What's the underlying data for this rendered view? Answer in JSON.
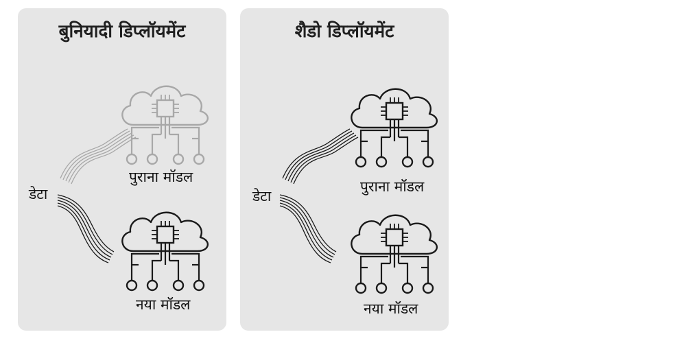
{
  "panels": [
    {
      "title": "बुनियादी डिप्लॉयमेंट",
      "data_label": "डेटा",
      "models": [
        {
          "label": "पुराना मॉडल",
          "state": "inactive"
        },
        {
          "label": "नया मॉडल",
          "state": "active"
        }
      ],
      "flows": [
        {
          "to": "old-model",
          "state": "inactive"
        },
        {
          "to": "new-model",
          "state": "active"
        }
      ]
    },
    {
      "title": "शैडो डिप्लॉयमेंट",
      "data_label": "डेटा",
      "models": [
        {
          "label": "पुराना मॉडल",
          "state": "active"
        },
        {
          "label": "नया मॉडल",
          "state": "active"
        }
      ],
      "flows": [
        {
          "to": "old-model",
          "state": "active"
        },
        {
          "to": "new-model",
          "state": "active"
        }
      ]
    }
  ],
  "colors": {
    "panel_bg": "#e6e6e6",
    "active": "#1a1a1a",
    "inactive": "#a8a8a8"
  },
  "icons": {
    "model": "cloud-chip-icon"
  }
}
